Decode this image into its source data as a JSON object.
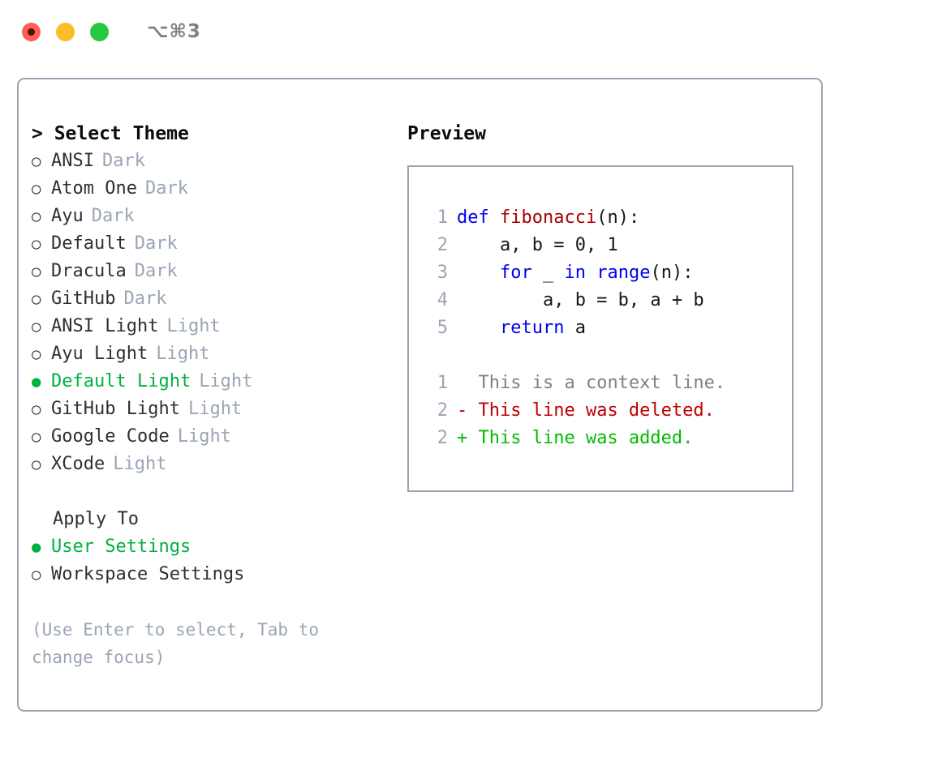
{
  "titlebar": {
    "lights": [
      {
        "name": "close",
        "color": "#fd5f58"
      },
      {
        "name": "minimize",
        "color": "#fdbc2c"
      },
      {
        "name": "zoom",
        "color": "#28c940"
      }
    ],
    "shortcut": "⌥⌘3"
  },
  "left": {
    "header": "> Select Theme",
    "themes": [
      {
        "marker": "○",
        "label": "ANSI",
        "tag": "Dark",
        "selected": false
      },
      {
        "marker": "○",
        "label": "Atom One",
        "tag": "Dark",
        "selected": false
      },
      {
        "marker": "○",
        "label": "Ayu",
        "tag": "Dark",
        "selected": false
      },
      {
        "marker": "○",
        "label": "Default",
        "tag": "Dark",
        "selected": false
      },
      {
        "marker": "○",
        "label": "Dracula",
        "tag": "Dark",
        "selected": false
      },
      {
        "marker": "○",
        "label": "GitHub",
        "tag": "Dark",
        "selected": false
      },
      {
        "marker": "○",
        "label": "ANSI Light",
        "tag": "Light",
        "selected": false
      },
      {
        "marker": "○",
        "label": "Ayu Light",
        "tag": "Light",
        "selected": false
      },
      {
        "marker": "●",
        "label": "Default Light",
        "tag": "Light",
        "selected": true
      },
      {
        "marker": "○",
        "label": "GitHub Light",
        "tag": "Light",
        "selected": false
      },
      {
        "marker": "○",
        "label": "Google Code",
        "tag": "Light",
        "selected": false
      },
      {
        "marker": "○",
        "label": "XCode",
        "tag": "Light",
        "selected": false
      }
    ],
    "apply_to": {
      "title": "Apply To",
      "options": [
        {
          "marker": "●",
          "label": "User Settings",
          "selected": true
        },
        {
          "marker": "○",
          "label": "Workspace Settings",
          "selected": false
        }
      ]
    },
    "hint": "(Use Enter to select, Tab to change focus)"
  },
  "right": {
    "header": "Preview",
    "code_lines": [
      {
        "num": "1",
        "tokens": [
          {
            "text": "def ",
            "style": "kw"
          },
          {
            "text": "fibonacci",
            "style": "fn"
          },
          {
            "text": "(n):",
            "style": "plain"
          }
        ]
      },
      {
        "num": "2",
        "tokens": [
          {
            "text": "    a, b = 0, 1",
            "style": "plain"
          }
        ]
      },
      {
        "num": "3",
        "tokens": [
          {
            "text": "    ",
            "style": "plain"
          },
          {
            "text": "for",
            "style": "kw"
          },
          {
            "text": " _ ",
            "style": "plain"
          },
          {
            "text": "in",
            "style": "kw"
          },
          {
            "text": " ",
            "style": "plain"
          },
          {
            "text": "range",
            "style": "builtin"
          },
          {
            "text": "(n):",
            "style": "plain"
          }
        ]
      },
      {
        "num": "4",
        "tokens": [
          {
            "text": "        a, b = b, a + b",
            "style": "plain"
          }
        ]
      },
      {
        "num": "5",
        "tokens": [
          {
            "text": "    ",
            "style": "plain"
          },
          {
            "text": "return",
            "style": "kw"
          },
          {
            "text": " a",
            "style": "plain"
          }
        ]
      }
    ],
    "diff_lines": [
      {
        "num": "1",
        "sign": " ",
        "text": "This is a context line.",
        "kind": "ctx"
      },
      {
        "num": "2",
        "sign": "-",
        "text": "This line was deleted.",
        "kind": "del"
      },
      {
        "num": "2",
        "sign": "+",
        "text": "This line was added.",
        "kind": "add"
      }
    ]
  },
  "colors": {
    "border": "#9aa5b4",
    "accent_green": "#00b140",
    "muted": "#9aa5b4",
    "keyword_blue": "#0000ee",
    "function_red": "#a80000",
    "diff_add_green": "#00bb00",
    "diff_del_red": "#c00000"
  }
}
